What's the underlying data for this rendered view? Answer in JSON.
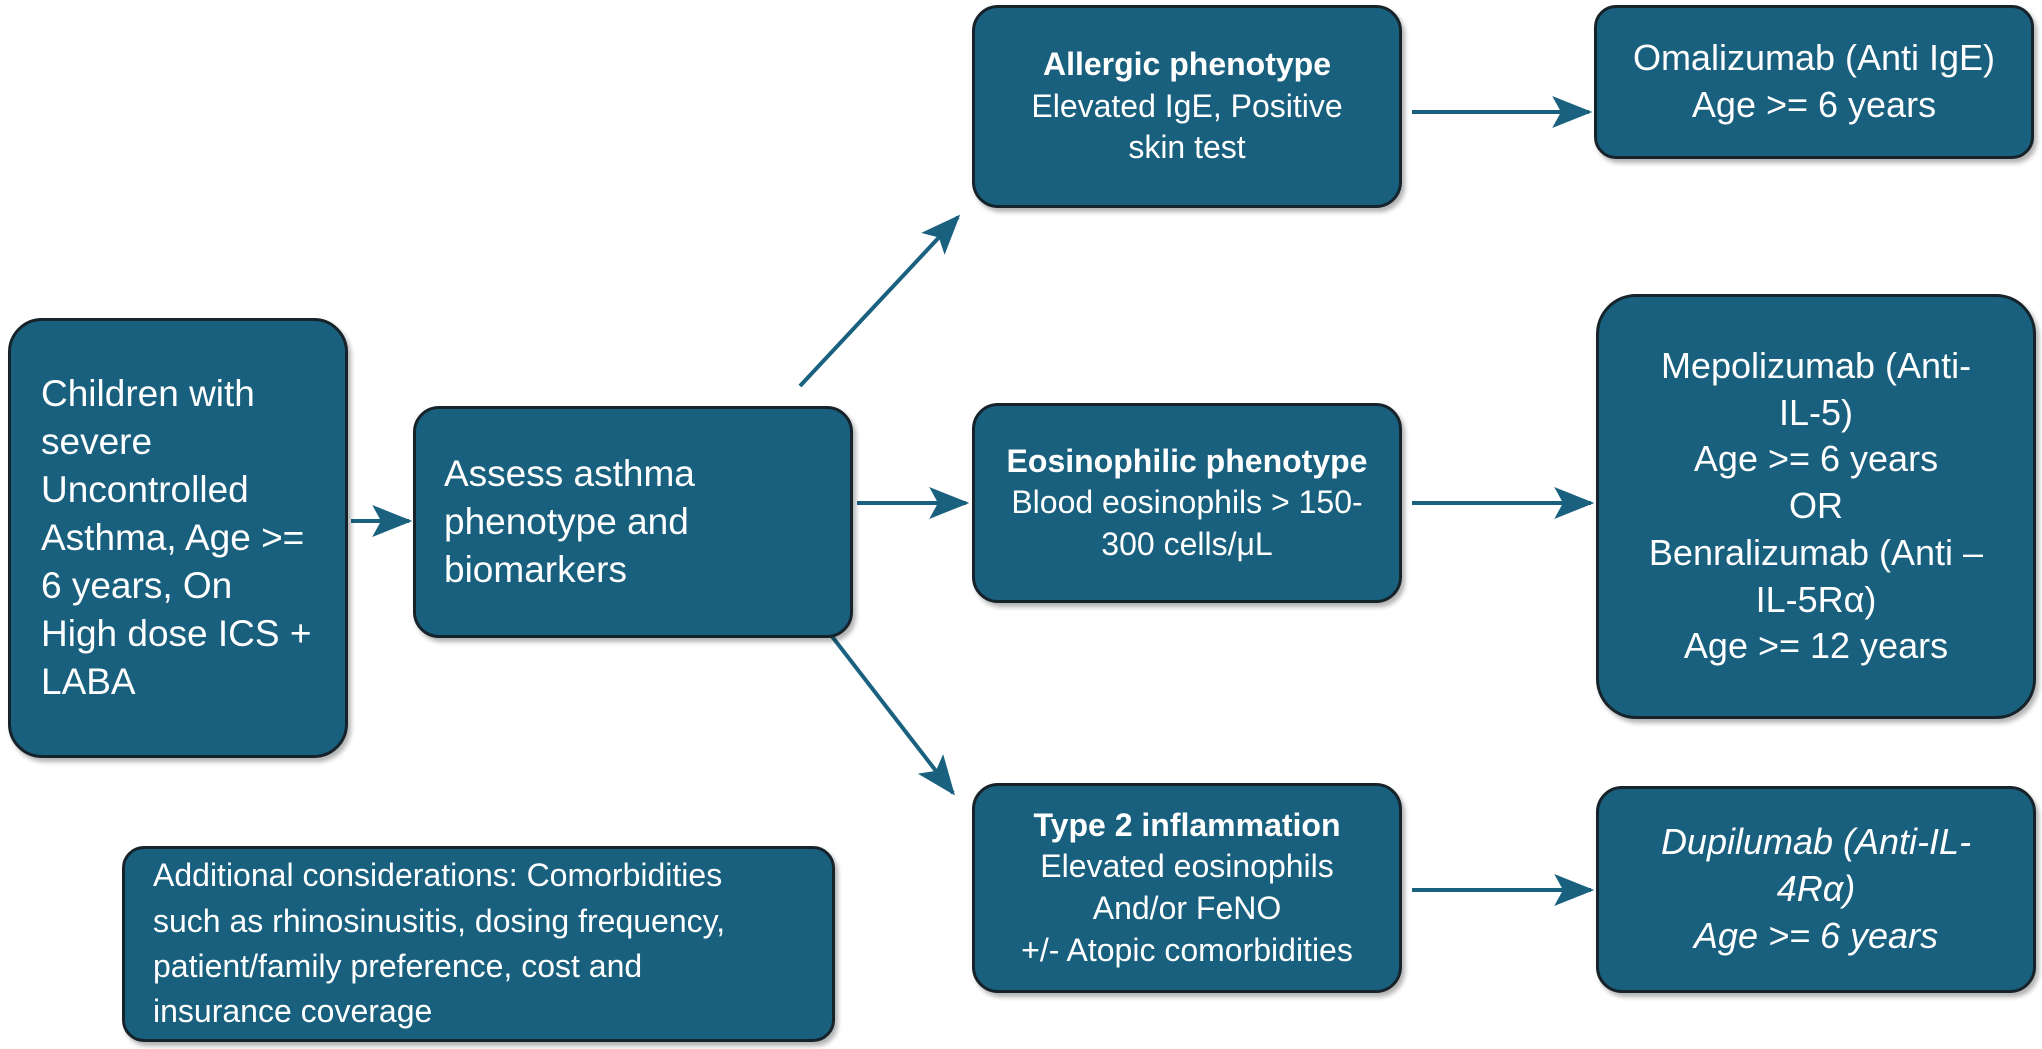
{
  "diagram": {
    "title": "Biologic therapy selection pathway for children with severe uncontrolled asthma",
    "colors": {
      "node_fill": "#19607E",
      "node_border": "#16232b",
      "node_text": "#ffffff",
      "arrow": "#1A6180",
      "background": "#ffffff"
    },
    "nodes": [
      {
        "id": "source",
        "name": "children-with-severe-uncontrolled-asthma",
        "align": "left",
        "lines": [
          {
            "text": "Children with",
            "style": "normal"
          },
          {
            "text": "severe",
            "style": "normal"
          },
          {
            "text": "Uncontrolled",
            "style": "normal"
          },
          {
            "text": "Asthma, Age >=",
            "style": "normal"
          },
          {
            "text": "6 years, On",
            "style": "normal"
          },
          {
            "text": "High dose ICS +",
            "style": "normal"
          },
          {
            "text": "LABA",
            "style": "normal"
          }
        ]
      },
      {
        "id": "assess",
        "name": "assess-asthma-phenotype-and-biomarkers",
        "align": "left",
        "lines": [
          {
            "text": "Assess asthma",
            "style": "normal"
          },
          {
            "text": "phenotype and",
            "style": "normal"
          },
          {
            "text": "biomarkers",
            "style": "normal"
          }
        ]
      },
      {
        "id": "allergic",
        "name": "allergic-phenotype",
        "align": "center",
        "lines": [
          {
            "text": "Allergic phenotype",
            "style": "bold"
          },
          {
            "text": "Elevated IgE, Positive",
            "style": "normal"
          },
          {
            "text": "skin test",
            "style": "normal"
          }
        ]
      },
      {
        "id": "omalizumab",
        "name": "omalizumab-treatment",
        "align": "center",
        "lines": [
          {
            "text": "Omalizumab (Anti IgE)",
            "style": "normal"
          },
          {
            "text": "Age >= 6 years",
            "style": "normal"
          }
        ]
      },
      {
        "id": "eosinophilic",
        "name": "eosinophilic-phenotype",
        "align": "center",
        "lines": [
          {
            "text": "Eosinophilic phenotype",
            "style": "bold"
          },
          {
            "text": "Blood eosinophils > 150-",
            "style": "normal"
          },
          {
            "text": "300 cells/μL",
            "style": "normal"
          }
        ]
      },
      {
        "id": "mepolizumab",
        "name": "mepolizumab-benralizumab-treatment",
        "align": "center",
        "lines": [
          {
            "text": "Mepolizumab (Anti-",
            "style": "normal"
          },
          {
            "text": "IL-5)",
            "style": "normal"
          },
          {
            "text": "Age >= 6 years",
            "style": "normal"
          },
          {
            "text": "OR",
            "style": "normal"
          },
          {
            "text": "Benralizumab (Anti –",
            "style": "normal"
          },
          {
            "text": "IL-5Rα)",
            "style": "normal"
          },
          {
            "text": "Age >= 12 years",
            "style": "normal"
          }
        ]
      },
      {
        "id": "type2",
        "name": "type-2-inflammation",
        "align": "center",
        "lines": [
          {
            "text": "Type 2 inflammation",
            "style": "bold"
          },
          {
            "text": "Elevated eosinophils",
            "style": "normal"
          },
          {
            "text": "And/or FeNO",
            "style": "normal"
          },
          {
            "text": "+/- Atopic comorbidities",
            "style": "normal"
          }
        ]
      },
      {
        "id": "dupilumab",
        "name": "dupilumab-treatment",
        "align": "center",
        "lines": [
          {
            "text": "Dupilumab (Anti-IL-",
            "style": "italic"
          },
          {
            "text": "4Rα)",
            "style": "italic"
          },
          {
            "text": "Age >= 6 years",
            "style": "italic"
          }
        ]
      },
      {
        "id": "additional",
        "name": "additional-considerations",
        "align": "left",
        "lines": [
          {
            "text": "Additional considerations: Comorbidities",
            "style": "normal"
          },
          {
            "text": "such as rhinosinusitis, dosing frequency,",
            "style": "normal"
          },
          {
            "text": "patient/family preference, cost and",
            "style": "normal"
          },
          {
            "text": "insurance coverage",
            "style": "normal"
          }
        ]
      }
    ],
    "edges": [
      {
        "name": "arrow-source-to-assess",
        "from": "source",
        "to": "assess"
      },
      {
        "name": "arrow-assess-to-allergic",
        "from": "assess",
        "to": "allergic"
      },
      {
        "name": "arrow-assess-to-eosinophilic",
        "from": "assess",
        "to": "eosinophilic"
      },
      {
        "name": "arrow-assess-to-type2",
        "from": "assess",
        "to": "type2"
      },
      {
        "name": "arrow-allergic-to-omalizumab",
        "from": "allergic",
        "to": "omalizumab"
      },
      {
        "name": "arrow-eosinophilic-to-mepolizumab",
        "from": "eosinophilic",
        "to": "mepolizumab"
      },
      {
        "name": "arrow-type2-to-dupilumab",
        "from": "type2",
        "to": "dupilumab"
      }
    ]
  }
}
